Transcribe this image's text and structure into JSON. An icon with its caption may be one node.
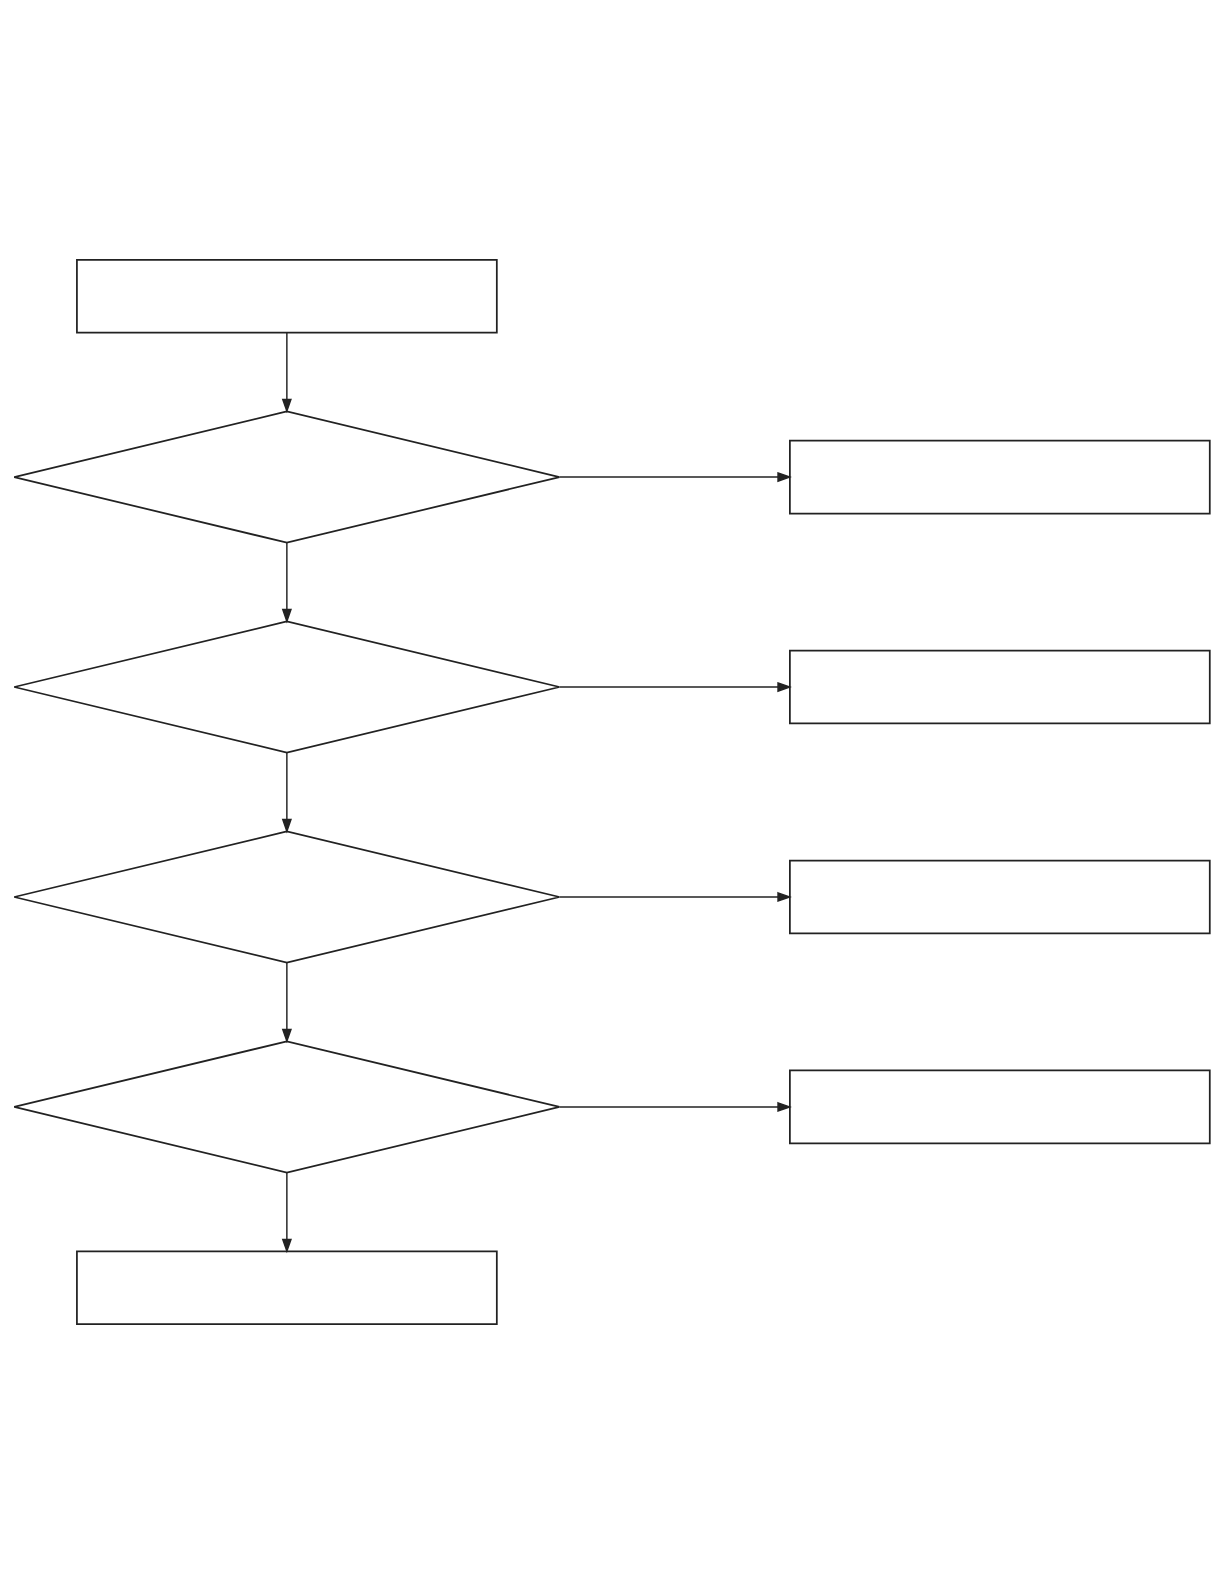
{
  "diagram": {
    "nodes": [
      {
        "text": [],
        "shape": "box"
      },
      {
        "text": [],
        "shape": "diamond"
      },
      {
        "text": [],
        "shape": "box"
      },
      {
        "text": [],
        "shape": "diamond"
      },
      {
        "text": [],
        "shape": "box"
      },
      {
        "text": [],
        "shape": "diamond"
      },
      {
        "text": [],
        "shape": "box"
      },
      {
        "text": [],
        "shape": "diamond"
      },
      {
        "text": [],
        "shape": "box"
      },
      {
        "text": [],
        "shape": "box"
      }
    ],
    "edges": [
      {
        "from": 0,
        "to": 1,
        "arrow": "to"
      },
      {
        "from": 1,
        "to": 2,
        "arrow": "to"
      },
      {
        "from": 1,
        "to": 3,
        "arrow": "to"
      },
      {
        "from": 3,
        "to": 4,
        "arrow": "to"
      },
      {
        "from": 3,
        "to": 5,
        "arrow": "to"
      },
      {
        "from": 5,
        "to": 6,
        "arrow": "to"
      },
      {
        "from": 5,
        "to": 7,
        "arrow": "to"
      },
      {
        "from": 7,
        "to": 8,
        "arrow": "to"
      },
      {
        "from": 7,
        "to": 9,
        "arrow": "to"
      }
    ]
  }
}
